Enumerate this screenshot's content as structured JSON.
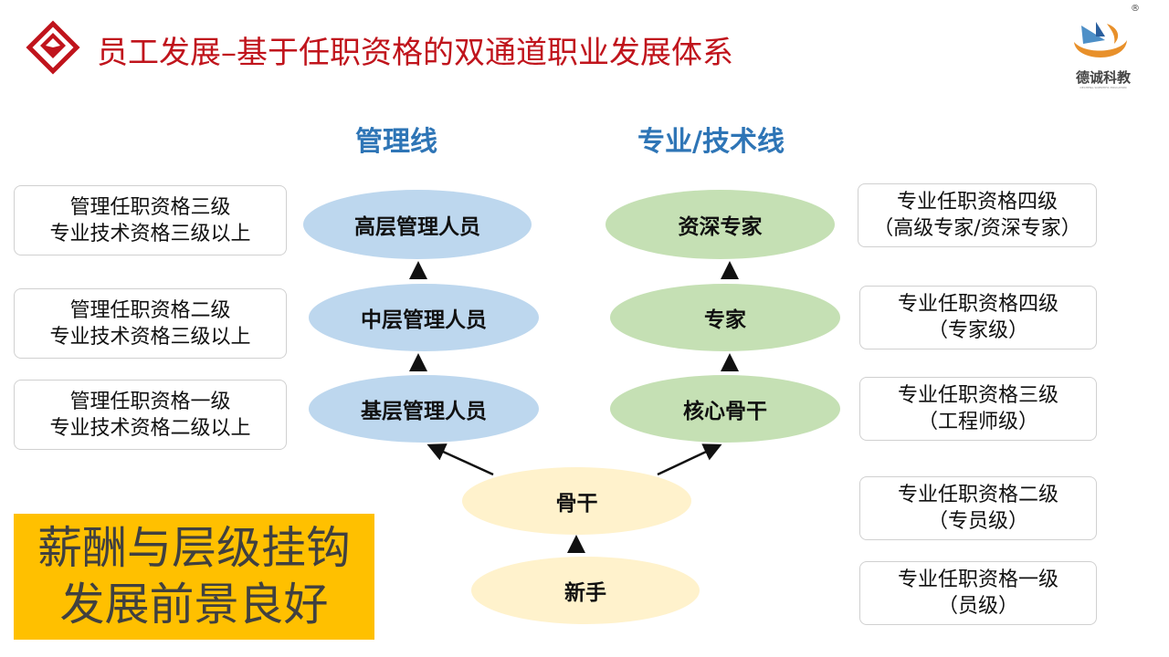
{
  "header": {
    "title": "员工发展–基于任职资格的双通道职业发展体系",
    "brand_name": "德诚科教",
    "brand_sub": "DECHENG SCIENTIFIC EDUCATION",
    "registered_mark": "®",
    "accent_color": "#c0141c"
  },
  "columns": {
    "management": "管理线",
    "professional": "专业/技术线"
  },
  "management_nodes": [
    "高层管理人员",
    "中层管理人员",
    "基层管理人员"
  ],
  "professional_nodes": [
    "资深专家",
    "专家",
    "核心骨干"
  ],
  "base_nodes": {
    "backbone": "骨干",
    "newcomer": "新手"
  },
  "management_requirements": [
    {
      "line1": "管理任职资格三级",
      "line2": "专业技术资格三级以上"
    },
    {
      "line1": "管理任职资格二级",
      "line2": "专业技术资格三级以上"
    },
    {
      "line1": "管理任职资格一级",
      "line2": "专业技术资格二级以上"
    }
  ],
  "professional_requirements": [
    {
      "line1": "专业任职资格四级",
      "line2": "（高级专家/资深专家）"
    },
    {
      "line1": "专业任职资格四级",
      "line2": "（专家级）"
    },
    {
      "line1": "专业任职资格三级",
      "line2": "（工程师级）"
    },
    {
      "line1": "专业任职资格二级",
      "line2": "（专员级）"
    },
    {
      "line1": "专业任职资格一级",
      "line2": "（员级）"
    }
  ],
  "slogan": {
    "line1": "薪酬与层级挂钩",
    "line2": "发展前景良好"
  },
  "colors": {
    "management_node": "#bdd7ee",
    "professional_node": "#c5e0b4",
    "base_node": "#fff2cc",
    "slogan_bg": "#ffc000",
    "heading": "#2e75b6"
  }
}
